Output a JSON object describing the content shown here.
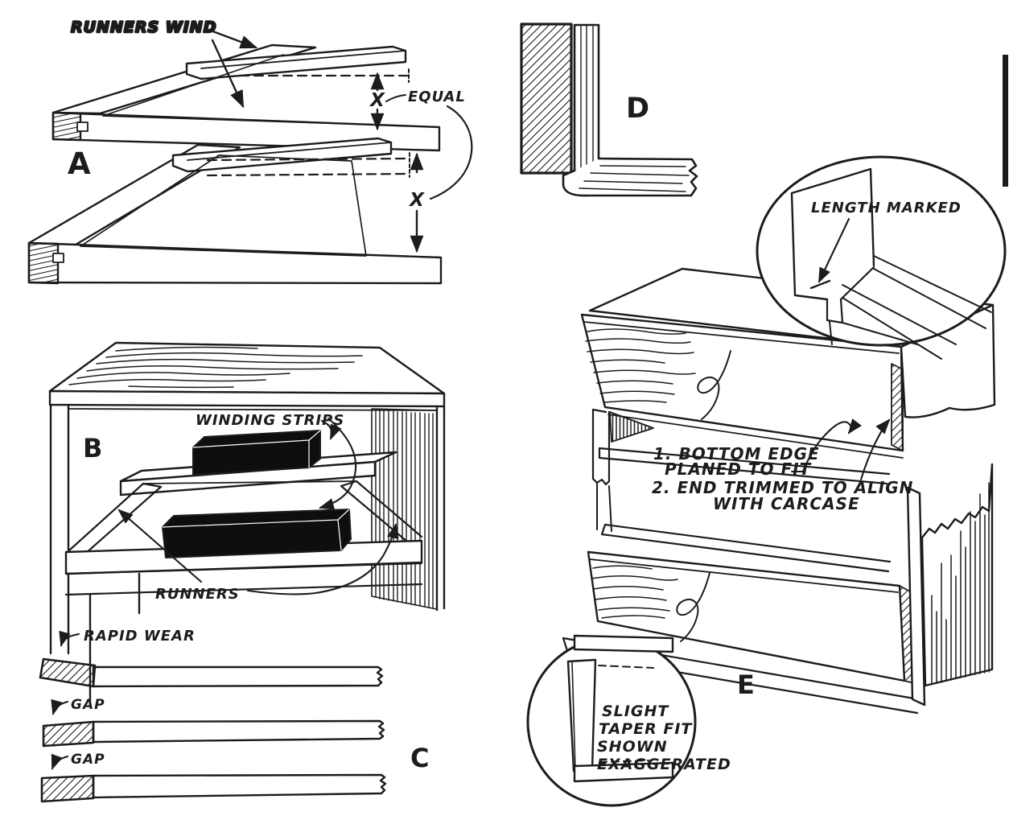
{
  "colors": {
    "paper": "#ffffff",
    "ink": "#1c1c1c",
    "solid_strip": "#0e0e0e"
  },
  "sections": {
    "a": {
      "label": "A",
      "runners_wind": "RUNNERS WIND",
      "equal": "EQUAL",
      "x_upper": "X",
      "x_lower": "X"
    },
    "b": {
      "label": "B",
      "winding_strips": "WINDING STRIPS",
      "runners": "RUNNERS"
    },
    "c": {
      "label": "C",
      "rapid_wear": "RAPID WEAR",
      "gap_upper": "GAP",
      "gap_lower": "GAP"
    },
    "d": {
      "label": "D"
    },
    "e": {
      "label": "E",
      "length_marked": "LENGTH MARKED",
      "fit_note": {
        "line1": "1. BOTTOM EDGE",
        "line2": "PLANED TO FIT",
        "line3": "2. END TRIMMED TO ALIGN",
        "line4": "WITH CARCASE"
      },
      "taper_note": {
        "line1": "SLIGHT",
        "line2": "TAPER FIT",
        "line3": "SHOWN",
        "line4": "EXAGGERATED"
      }
    }
  }
}
